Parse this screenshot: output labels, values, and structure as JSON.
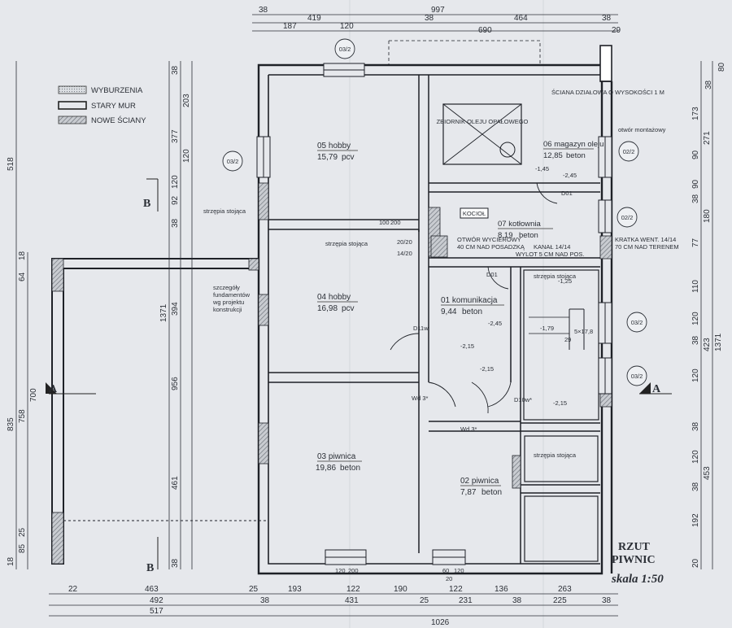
{
  "legend": {
    "demolition": "WYBURZENIA",
    "existing_wall": "STARY MUR",
    "new_walls": "NOWE ŚCIANY"
  },
  "title": {
    "line1": "RZUT",
    "line2": "PIWNIC",
    "scale": "skala 1:50"
  },
  "sections": {
    "a_left": "A",
    "a_right": "A",
    "b_top": "B",
    "b_bottom": "B"
  },
  "detail_refs": {
    "top": "03/2",
    "left": "03/2",
    "right1": "02/2",
    "right2": "02/2",
    "right3": "03/2",
    "right4": "03/2"
  },
  "rooms": {
    "r05": {
      "num_name": "05 hobby",
      "area": "15,79",
      "floor": "pcv"
    },
    "r04": {
      "num_name": "04 hobby",
      "area": "16,98",
      "floor": "pcv"
    },
    "r03": {
      "num_name": "03 piwnica",
      "area": "19,86",
      "floor": "beton"
    },
    "r02": {
      "num_name": "02 piwnica",
      "area": "7,87",
      "floor": "beton"
    },
    "r01": {
      "num_name": "01 komunikacja",
      "area": "9,44",
      "floor": "beton"
    },
    "r06": {
      "num_name": "06 magazyn oleju",
      "area": "12,85",
      "floor": "beton"
    },
    "r07": {
      "num_name": "07 kotłownia",
      "area": "8,19",
      "floor": "beton"
    }
  },
  "notes": {
    "tank": "ZBIORNIK OLEJU OPAŁOWEGO",
    "kociol": "KOCIOŁ",
    "wall_note": "ŚCIANA DZIAŁOWA O WYSOKOŚCI 1 M",
    "otwor_montazowy": "otwór montażowy",
    "otwor_wycierowy": "OTWÓR WYCIEROWY",
    "otwor_sub": "40 CM NAD POSADZKĄ",
    "kanal": "KANAŁ 14/14",
    "wylot": "WYLOT 5 CM NAD POS.",
    "kratka": "KRATKA WENT. 14/14",
    "kratka_sub": "70 CM NAD TERENEM",
    "strzepka1": "strzępia stojąca",
    "strzepka2": "strzępia stojąca",
    "strzepka3": "strzępia stojąca",
    "strzepka4": "strzępia stojąca",
    "fund1": "szczegóły",
    "fund2": "fundamentów",
    "fund3": "wg projektu",
    "fund4": "konstrukcji"
  },
  "levels": {
    "l1": "-1,45",
    "l2": "-2,45",
    "l3": "-1,25",
    "l4": "-2,45",
    "l5": "-2,15",
    "l6": "-2,15",
    "l7": "-2,15",
    "l8": "-1,79",
    "l9": "5×17,8",
    "l10": "29"
  },
  "doors": {
    "d1": "D11w",
    "d2": "D01",
    "d3": "D01",
    "d4": "Wd 3*",
    "d5": "Wd 3*",
    "d6": "D10w*"
  },
  "openings": {
    "o1": "100",
    "o2": "200",
    "o3": "20/20",
    "o4": "14/20",
    "o5": "120",
    "o6": "200",
    "o7": "60",
    "o8": "120",
    "o9": "20"
  },
  "dims_top": {
    "row1": [
      "38",
      "997"
    ],
    "row2": [
      "419",
      "38",
      "464",
      "38"
    ],
    "row3": [
      "187",
      "120",
      "690",
      "29"
    ]
  },
  "dims_bottom": {
    "row1": [
      "22",
      "463",
      "25",
      "193",
      "122",
      "190",
      "122",
      "136",
      "263"
    ],
    "row2": [
      "492",
      "38",
      "431",
      "25",
      "231",
      "38",
      "225",
      "38"
    ],
    "row3": [
      "517",
      "1026"
    ]
  },
  "dims_left": {
    "c1": [
      "518",
      "835"
    ],
    "c2": [
      "64",
      "18",
      "758",
      "85",
      "25",
      "18"
    ],
    "c3": [
      "1371",
      "700"
    ],
    "c4": [
      "38",
      "377",
      "120",
      "92",
      "38",
      "394",
      "956",
      "461",
      "38"
    ],
    "c5": [
      "203",
      "120"
    ]
  },
  "dims_right": {
    "c1": [
      "80",
      "38",
      "173",
      "90",
      "90",
      "38",
      "77",
      "110",
      "120",
      "38",
      "120",
      "38",
      "120",
      "38",
      "192",
      "20"
    ],
    "c2": [
      "271",
      "180",
      "423",
      "1371",
      "453"
    ]
  }
}
